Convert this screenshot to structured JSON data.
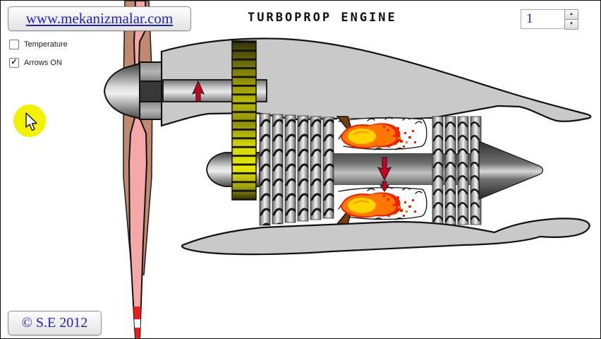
{
  "header": {
    "site_link_label": "www.mekanizmalar.com",
    "title": "TURBOPROP ENGINE",
    "stepper": {
      "value": "1",
      "up_glyph": "▲",
      "down_glyph": "▼"
    }
  },
  "controls": {
    "temperature_label": "Temperature",
    "temperature_checked": false,
    "arrows_label": "Arrows ON",
    "arrows_checked": true,
    "checkmark_glyph": "✓"
  },
  "footer": {
    "copyright_label": "© S.E 2012"
  },
  "diagram": {
    "subject": "Turboprop engine cutaway (animation frame)",
    "parts": [
      "propeller blade",
      "propeller blur blade",
      "spinner cone",
      "propeller hub",
      "reduction gearbox band",
      "inlet center body",
      "front shaft",
      "compressor stages",
      "combustion chambers",
      "fuel injectors",
      "flames",
      "center shaft",
      "turbine stages",
      "exhaust cone",
      "upper nacelle cowl",
      "lower nacelle cowl"
    ],
    "flow_arrows": [
      {
        "location": "front propeller shaft",
        "direction": "up"
      },
      {
        "location": "center turbine shaft",
        "direction": "down"
      }
    ]
  },
  "colors": {
    "accent_blue": "#2222bb",
    "highlight_yellow": "#f2f200",
    "nacelle_gray": "#c9c9c9",
    "prop_pink": "#f5a8a8",
    "prop_blur_tan": "#c08a70",
    "prop_stripe_red": "#ee1c1c",
    "gear_yellow": "#d6d600",
    "flame_yellow": "#ffd400",
    "flame_orange": "#ff7700",
    "flame_red": "#ee2200",
    "injector_brown": "#7a3c10",
    "arrow_red": "#cc0022"
  }
}
